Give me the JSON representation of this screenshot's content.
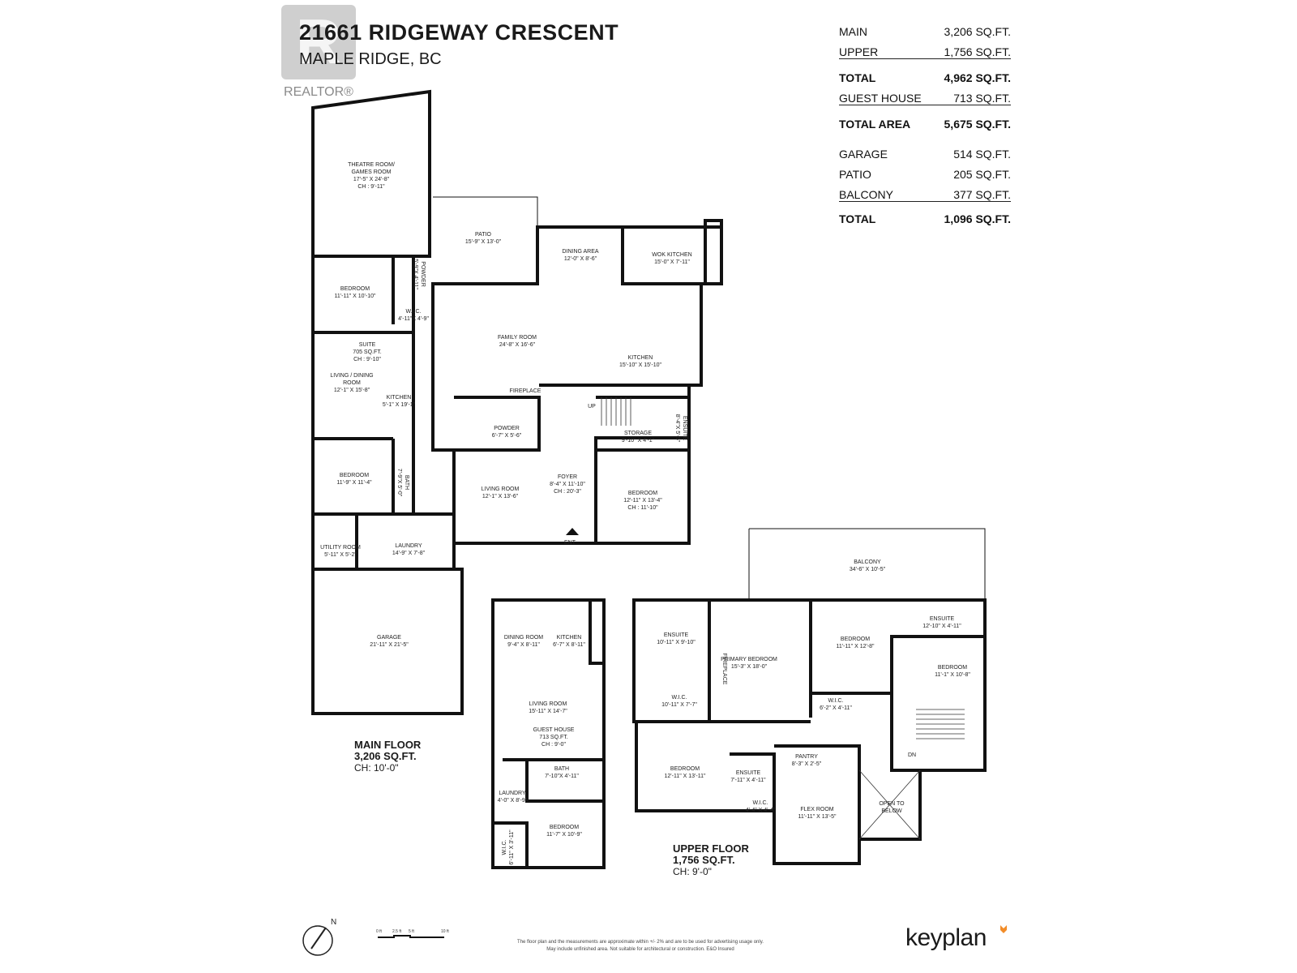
{
  "header": {
    "address": "21661 RIDGEWAY CRESCENT",
    "city": "MAPLE RIDGE, BC",
    "realtor_logo_text": "REALTOR®"
  },
  "areas": [
    {
      "label": "MAIN",
      "value": "3,206 SQ.FT."
    },
    {
      "label": "UPPER",
      "value": "1,756 SQ.FT."
    },
    {
      "label": "TOTAL",
      "value": "4,962 SQ.FT."
    },
    {
      "label": "GUEST HOUSE",
      "value": "713 SQ.FT."
    },
    {
      "label": "TOTAL AREA",
      "value": "5,675 SQ.FT."
    },
    {
      "label": "GARAGE",
      "value": "514 SQ.FT."
    },
    {
      "label": "PATIO",
      "value": "205 SQ.FT."
    },
    {
      "label": "BALCONY",
      "value": "377 SQ.FT."
    },
    {
      "label": "TOTAL",
      "value": "1,096 SQ.FT."
    }
  ],
  "floors": {
    "main": {
      "name": "MAIN FLOOR",
      "area": "3,206 SQ.FT.",
      "ch": "CH: 10'-0\""
    },
    "upper": {
      "name": "UPPER FLOOR",
      "area": "1,756 SQ.FT.",
      "ch": "CH: 9'-0\""
    }
  },
  "rooms": {
    "theatre": [
      "THEATRE ROOM/",
      "GAMES ROOM",
      "17'-5\" X 24'-8\"",
      "CH : 9'-11\""
    ],
    "patio": [
      "PATIO",
      "15'-9\" X 13'-0\""
    ],
    "dining_area": [
      "DINING AREA",
      "12'-0\" X 8'-6\""
    ],
    "wok_kitchen": [
      "WOK KITCHEN",
      "15'-0\" X 7'-11\""
    ],
    "bedroom_suite1": [
      "BEDROOM",
      "11'-11\" X 10'-10\""
    ],
    "powder_upper_left": [
      "POWDER",
      "5'-9\"X 4'-11\""
    ],
    "wic_suite": [
      "W.I.C.",
      "4'-11\"X 4'-9\""
    ],
    "suite_note": [
      "SUITE",
      "705 SQ.FT.",
      "CH : 9'-10\""
    ],
    "living_dining": [
      "LIVING / DINING",
      "ROOM",
      "12'-1\" X 15'-8\""
    ],
    "suite_kitchen": [
      "KITCHEN",
      "5'-1\" X 19'-1\""
    ],
    "family_room": [
      "FAMILY ROOM",
      "24'-8\" X 16'-6\""
    ],
    "kitchen": [
      "KITCHEN",
      "15'-10\" X 15'-10\""
    ],
    "fireplace": [
      "FIREPLACE"
    ],
    "powder_main": [
      "POWDER",
      "6'-7\" X 5'-6\""
    ],
    "up": [
      "UP"
    ],
    "storage": [
      "STORAGE",
      "9'-10\" X 4'-1\""
    ],
    "ensuite_main": [
      "ENSUITE",
      "8'-4\"X 5'-5\""
    ],
    "bedroom_suite2": [
      "BEDROOM",
      "11'-9\" X 11'-4\""
    ],
    "bath_suite": [
      "BATH",
      "7'-9\"X 5'-0\""
    ],
    "living_room_main": [
      "LIVING ROOM",
      "12'-1\" X 13'-6\""
    ],
    "foyer": [
      "FOYER",
      "8'-4\" X 11'-10\"",
      "CH : 20'-3\""
    ],
    "bedroom_main": [
      "BEDROOM",
      "12'-11\" X 13'-4\"",
      "CH : 11'-10\""
    ],
    "ent": [
      "ENT"
    ],
    "laundry": [
      "LAUNDRY",
      "14'-9\" X 7'-8\""
    ],
    "utility": [
      "UTILITY ROOM",
      "5'-11\" X 5'-2\""
    ],
    "garage": [
      "GARAGE",
      "21'-11\" X 21'-5\""
    ],
    "gh_dining": [
      "DINING ROOM",
      "9'-4\" X 8'-11\""
    ],
    "gh_kitchen": [
      "KITCHEN",
      "6'-7\" X 8'-11\""
    ],
    "gh_living": [
      "LIVING ROOM",
      "15'-11\" X 14'-7\""
    ],
    "gh_note": [
      "GUEST HOUSE",
      "713 SQ.FT.",
      "CH : 9'-0\""
    ],
    "gh_bath": [
      "BATH",
      "7'-10\"X 4'-11\""
    ],
    "gh_laundry": [
      "LAUNDRY",
      "4'-0\" X 8'-9\""
    ],
    "gh_bedroom": [
      "BEDROOM",
      "11'-7\" X 10'-9\""
    ],
    "gh_wic": [
      "W.I.C.",
      "6'-11\" X 3'-11\""
    ],
    "balcony": [
      "BALCONY",
      "34'-6\" X 10'-5\""
    ],
    "ensuite_primary": [
      "ENSUITE",
      "10'-11\" X 9'-10\""
    ],
    "primary_bedroom": [
      "PRIMARY BEDROOM",
      "15'-3\" X 18'-0\""
    ],
    "fireplace_up": [
      "FIREPLACE"
    ],
    "wic_primary": [
      "W.I.C.",
      "10'-11\" X 7'-7\""
    ],
    "bedroom_up_ne": [
      "BEDROOM",
      "11'-11\" X 12'-8\""
    ],
    "ensuite_up_ne": [
      "ENSUITE",
      "12'-10\" X 4'-11\""
    ],
    "bedroom_up_e": [
      "BEDROOM",
      "11'-1\" X 10'-8\""
    ],
    "wic_up_ne": [
      "W.I.C.",
      "6'-2\" X 4'-11\""
    ],
    "bedroom_up_w": [
      "BEDROOM",
      "12'-11\" X 13'-11\""
    ],
    "ensuite_up_w": [
      "ENSUITE",
      "7'-11\" X 4'-11\""
    ],
    "pantry": [
      "PANTRY",
      "8'-3\" X 2'-5\""
    ],
    "wic_up_w": [
      "W.I.C.",
      "4'-4\" X 4'-4\""
    ],
    "flex_room": [
      "FLEX ROOM",
      "11'-11\" X 13'-5\""
    ],
    "open_below": [
      "OPEN TO",
      "BELOW"
    ],
    "dn": [
      "DN"
    ]
  },
  "scale_labels": [
    "0 ft",
    "2.5 ft",
    "5 ft",
    "10 ft"
  ],
  "compass_label": "N",
  "disclaimer": [
    "The floor plan and the measurements are approximate within +/- 2% and are to be used for advertising usage only.",
    "May include unfinished area. Not suitable for architectural or construction. E&O Insured"
  ],
  "brand": "keyplan",
  "colors": {
    "wall": "#111111",
    "brand_mark": "#f28c28",
    "logo_gray": "#9a9a9a"
  }
}
